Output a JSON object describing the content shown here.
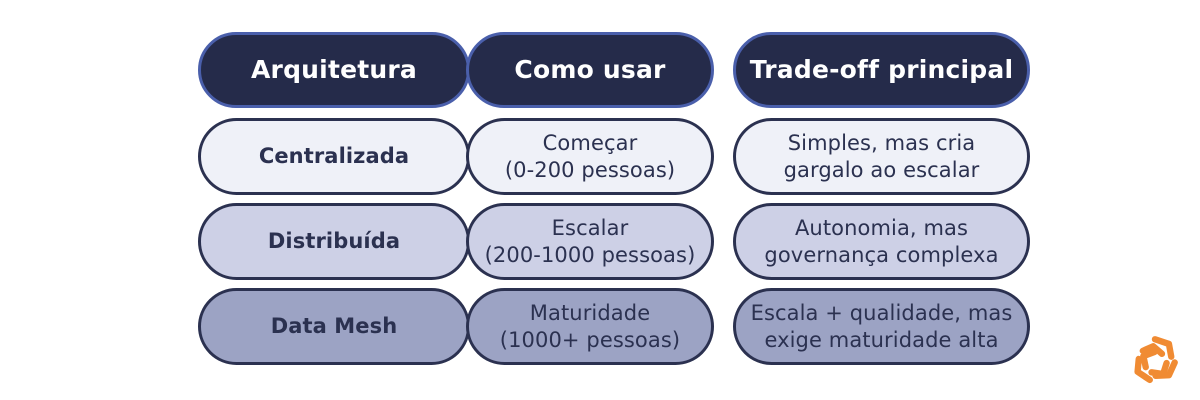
{
  "table": {
    "columns": [
      {
        "key": "arquitetura",
        "header": "Arquitetura"
      },
      {
        "key": "como_usar",
        "header": "Como usar"
      },
      {
        "key": "trade_off",
        "header": "Trade-off principal"
      }
    ],
    "rows": [
      {
        "arquitetura": "Centralizada",
        "como_usar": "Começar\n(0-200 pessoas)",
        "trade_off": "Simples, mas cria\ngargalo ao escalar"
      },
      {
        "arquitetura": "Distribuída",
        "como_usar": "Escalar\n(200-1000 pessoas)",
        "trade_off": "Autonomia, mas\ngovernança complexa"
      },
      {
        "arquitetura": "Data Mesh",
        "como_usar": "Maturidade\n(1000+ pessoas)",
        "trade_off": "Escala + qualidade, mas\nexige maturidade alta"
      }
    ]
  },
  "logo": {
    "name": "pinwheel-logo-icon",
    "color": "#F08B33"
  },
  "colors": {
    "header_fill": "#252B4A",
    "header_border": "#4A5FAB",
    "header_text": "#FFFFFF",
    "body_border": "#2B3150",
    "body_text": "#2B3150",
    "row_shade_1": "#EFF1F8",
    "row_shade_2": "#CDD0E6",
    "row_shade_3": "#9CA3C4",
    "accent": "#F08B33"
  }
}
